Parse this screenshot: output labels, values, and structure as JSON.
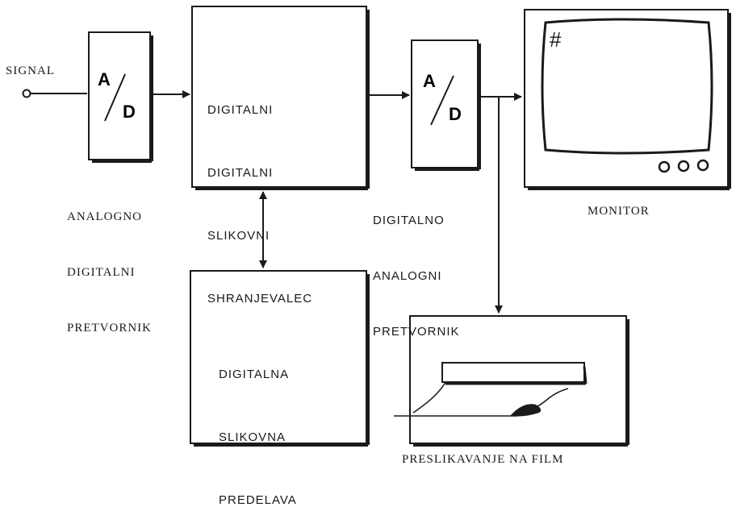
{
  "signal_label": "SIGNAL",
  "adc_block": {
    "top_letter": "A",
    "bottom_letter": "D",
    "caption": [
      "ANALOGNO",
      "DIGITALNI",
      "PRETVORNIK"
    ]
  },
  "storage_block": {
    "lines": [
      "DIGITALNI",
      "DIGITALNI",
      "SLIKOVNI",
      "SHRANJEVALEC"
    ]
  },
  "dac_block": {
    "top_letter": "A",
    "bottom_letter": "D",
    "caption": [
      "DIGITALNO",
      "ANALOGNI",
      "PRETVORNIK"
    ]
  },
  "monitor": {
    "caption": "MONITOR",
    "screen_mark": "#"
  },
  "processing_block": {
    "lines": [
      "DIGITALNA",
      "SLIKOVNA",
      "PREDELAVA"
    ]
  },
  "film_block": {
    "caption": "PRESLIKAVANJE NA FILM"
  },
  "colors": {
    "ink": "#1a1a1a",
    "paper": "#ffffff"
  }
}
